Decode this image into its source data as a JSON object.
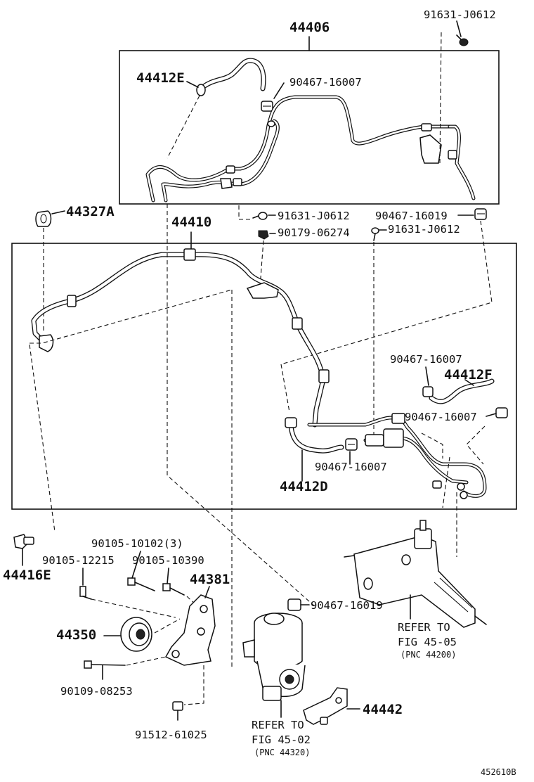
{
  "diagram": {
    "labels": {
      "p91631_j0612_top": "91631-J0612",
      "p44406": "44406",
      "p44412e": "44412E",
      "p90467_16007_top": "90467-16007",
      "p44327a": "44327A",
      "p44410": "44410",
      "p91631_j0612_mid": "91631-J0612",
      "p90467_16019_top": "90467-16019",
      "p90179_06274": "90179-06274",
      "p91631_j0612_right": "91631-J0612",
      "p90467_16007_right": "90467-16007",
      "p44412f": "44412F",
      "p90467_16007_right2": "90467-16007",
      "p90467_16007_bottom": "90467-16007",
      "p44412d": "44412D",
      "p90105_10102": "90105-10102(3)",
      "p90105_12215": "90105-12215",
      "p90105_10390": "90105-10390",
      "p44416e": "44416E",
      "p44381": "44381",
      "p90467_16019_low": "90467-16019",
      "p44350": "44350",
      "p90109_08253": "90109-08253",
      "p91512_61025": "91512-61025",
      "p44442": "44442",
      "refer_45_05_line1": "REFER TO",
      "refer_45_05_line2": "FIG 45-05",
      "refer_45_05_pnc": "(PNC 44200)",
      "refer_45_02_line1": "REFER TO",
      "refer_45_02_line2": "FIG 45-02",
      "refer_45_02_pnc": "(PNC 44320)",
      "figure_id": "452610B"
    }
  }
}
